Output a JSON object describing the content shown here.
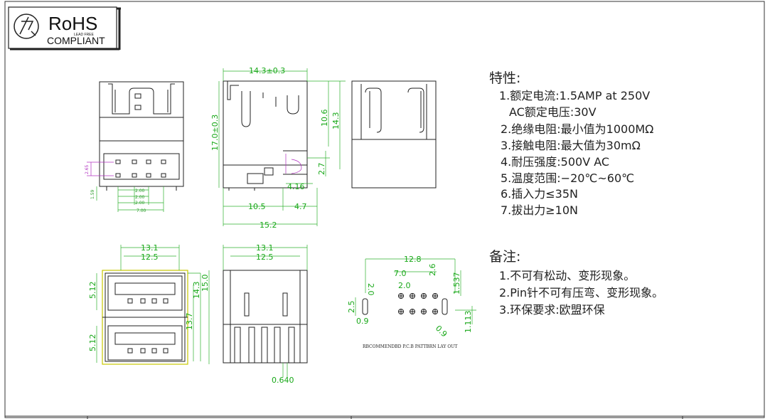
{
  "logo": {
    "main": "RoHS",
    "sub": "LEAD FREE",
    "compliant": "COMPLIANT"
  },
  "top_view": {
    "dims": [
      "14.3±0.3",
      "17.0±0.3",
      "10.6",
      "14.3",
      "2.7",
      "4.16",
      "10.5",
      "4.7",
      "15.2"
    ]
  },
  "left_view": {
    "dims": [
      "2.65",
      "1.59",
      "2.00",
      "2.00",
      "2.00",
      "7.00"
    ]
  },
  "front_view": {
    "dims": [
      "13.1",
      "12.5",
      "5.12",
      "5.12",
      "13.7",
      "14.3",
      "15.0"
    ]
  },
  "side_view": {
    "dims": [
      "13.1",
      "12.5",
      "0.640"
    ]
  },
  "pcb": {
    "dims": [
      "12.8",
      "7.0",
      "2.0",
      "2.0",
      "2.6",
      "1.537",
      "2.5",
      "0.9",
      "0.9",
      "1.113"
    ],
    "caption": "RBCOMMENDBD P.C.B PATTBRN LAY OUT"
  },
  "specs": {
    "title": "特性:",
    "items": [
      "1.额定电流:1.5AMP  at  250V",
      "AC额定电压:30V",
      "2.绝缘电阻:最小值为1000MΩ",
      "3.接触电阻:最大值为30mΩ",
      "4.耐压强度:500V  AC",
      "5.温度范围:−20℃~60℃",
      "6.插入力≤35N",
      "7.拔出力≥10N"
    ]
  },
  "notes": {
    "title": "备注:",
    "items": [
      "1.不可有松动、变形现象。",
      "2.Pin针不可有压弯、变形现象。",
      "3.环保要求:欧盟环保"
    ]
  },
  "colors": {
    "dimension": "#18a818",
    "outline": "#222222",
    "minor_dimension": "#b030c0",
    "highlight": "#c8c800"
  }
}
